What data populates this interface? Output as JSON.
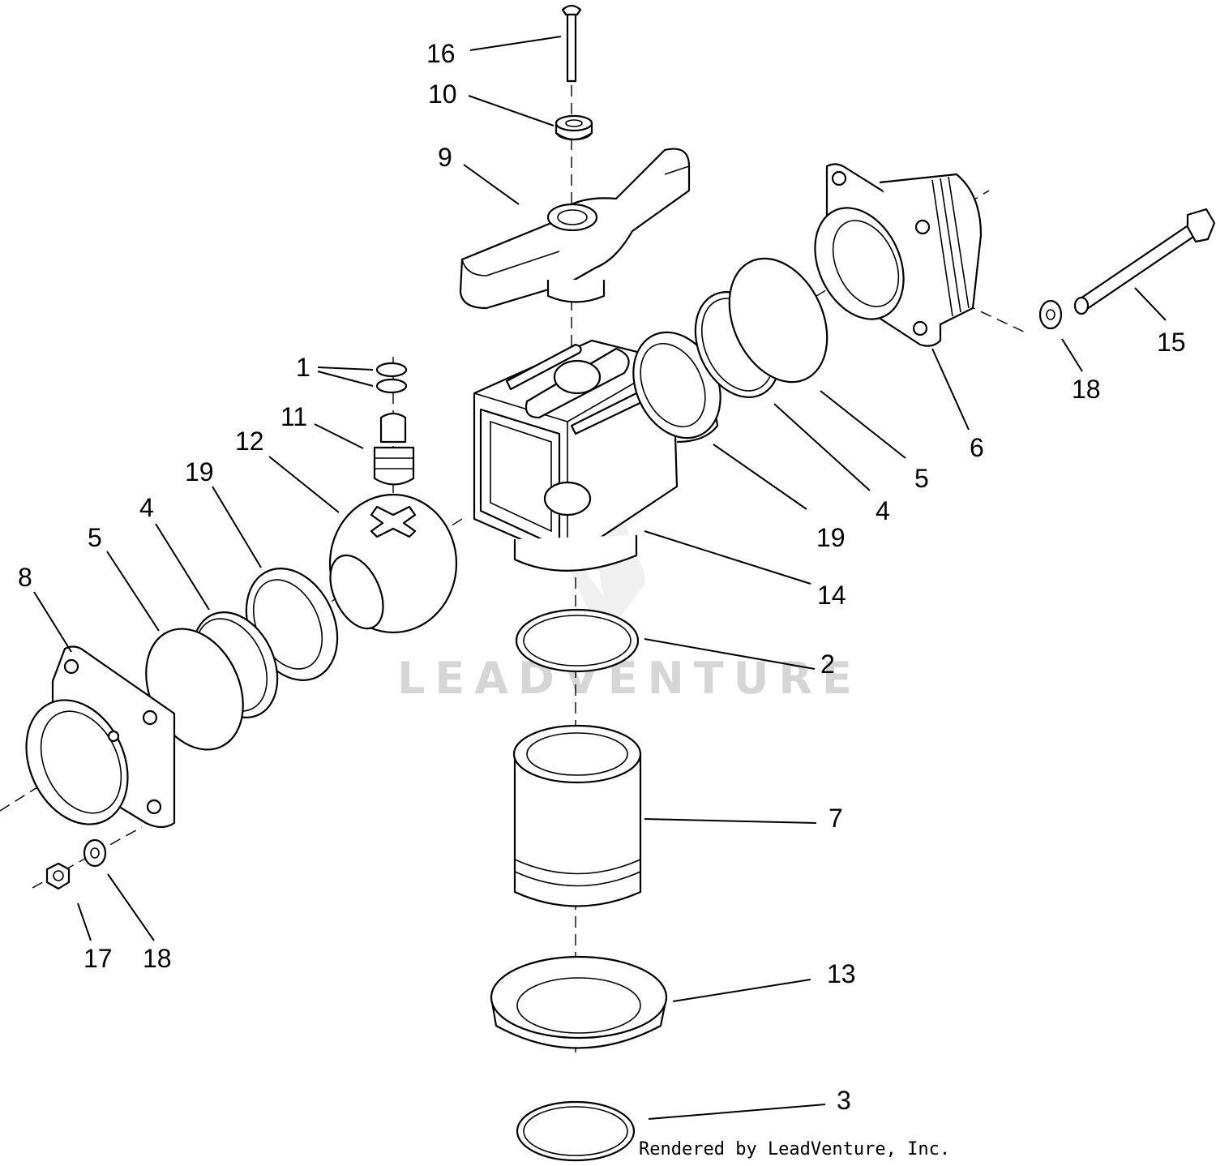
{
  "watermark": "LEADVENTURE",
  "credit": "Rendered by LeadVenture, Inc.",
  "callouts": {
    "c1": "1",
    "c2": "2",
    "c3": "3",
    "c4a": "4",
    "c4b": "4",
    "c5a": "5",
    "c5b": "5",
    "c6": "6",
    "c7": "7",
    "c8": "8",
    "c9": "9",
    "c10": "10",
    "c11": "11",
    "c12": "12",
    "c13": "13",
    "c14": "14",
    "c15": "15",
    "c16": "16",
    "c17": "17",
    "c18a": "18",
    "c18b": "18",
    "c19a": "19",
    "c19b": "19"
  },
  "colors": {
    "line": "#000000",
    "watermark": "#d6d6d6",
    "background": "#ffffff"
  }
}
